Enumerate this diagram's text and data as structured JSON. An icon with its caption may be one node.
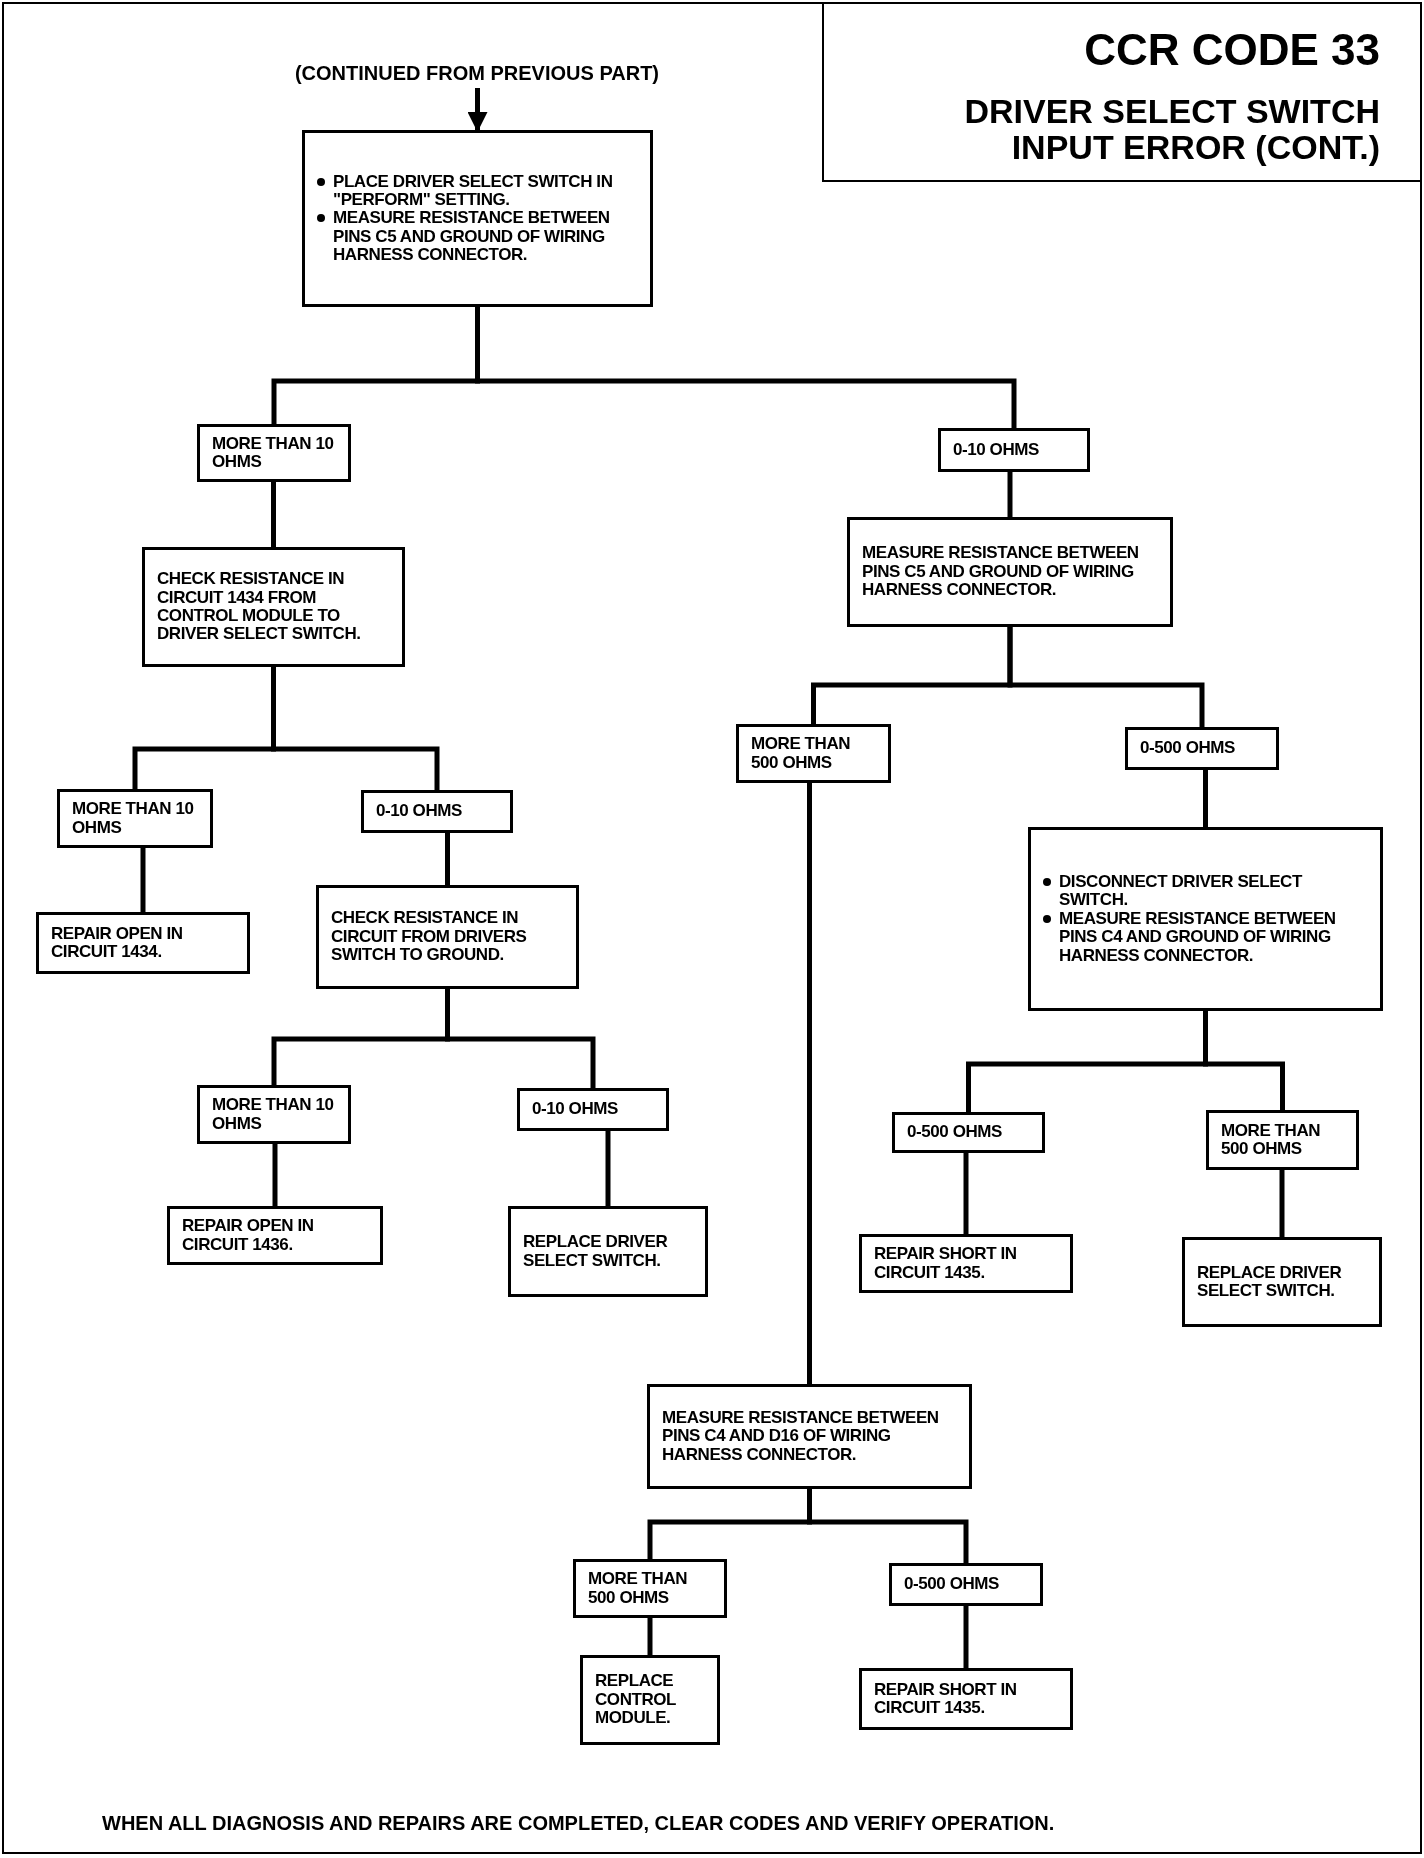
{
  "diagram": {
    "title": "CCR CODE 33",
    "nodes": [
      {
        "text": [
          "(CONTINUED FROM PREVIOUS PART)"
        ]
      },
      {
        "text": [
          "PLACE DRIVER SELECT SWITCH IN \"PERFORM\" SETTING.",
          "MEASURE RESISTANCE BETWEEN PINS C5 AND GROUND OF WIRING HARNESS CONNECTOR."
        ]
      },
      {
        "text": [
          "MORE THAN 10 OHMS"
        ]
      },
      {
        "text": [
          "0-10 OHMS"
        ]
      },
      {
        "text": [
          "CHECK RESISTANCE IN CIRCUIT 1434 FROM CONTROL MODULE TO DRIVER SELECT SWITCH."
        ]
      },
      {
        "text": [
          "MEASURE RESISTANCE BETWEEN PINS C5 AND GROUND OF WIRING HARNESS CONNECTOR."
        ]
      },
      {
        "text": [
          "MORE THAN 10 OHMS"
        ]
      },
      {
        "text": [
          "0-10 OHMS"
        ]
      },
      {
        "text": [
          "MORE THAN 500 OHMS"
        ]
      },
      {
        "text": [
          "0-500 OHMS"
        ]
      },
      {
        "text": [
          "REPAIR OPEN IN CIRCUIT 1434."
        ]
      },
      {
        "text": [
          "CHECK RESISTANCE IN CIRCUIT FROM DRIVERS SWITCH TO GROUND."
        ]
      },
      {
        "text": [
          "DISCONNECT DRIVER SELECT SWITCH.",
          "MEASURE RESISTANCE BETWEEN PINS C4 AND GROUND OF WIRING HARNESS CONNECTOR."
        ]
      },
      {
        "text": [
          "MORE THAN 10 OHMS"
        ]
      },
      {
        "text": [
          "0-10 OHMS"
        ]
      },
      {
        "text": [
          "0-500 OHMS"
        ]
      },
      {
        "text": [
          "MORE THAN 500 OHMS"
        ]
      },
      {
        "text": [
          "REPAIR OPEN IN CIRCUIT 1436."
        ]
      },
      {
        "text": [
          "REPLACE DRIVER SELECT SWITCH."
        ]
      },
      {
        "text": [
          "REPAIR SHORT IN CIRCUIT 1435."
        ]
      },
      {
        "text": [
          "REPLACE DRIVER SELECT SWITCH."
        ]
      },
      {
        "text": [
          "MEASURE RESISTANCE BETWEEN PINS C4 AND D16 OF WIRING HARNESS CONNECTOR."
        ]
      },
      {
        "text": [
          "MORE THAN 500 OHMS"
        ]
      },
      {
        "text": [
          "0-500 OHMS"
        ]
      },
      {
        "text": [
          "REPLACE CONTROL MODULE."
        ]
      },
      {
        "text": [
          "REPAIR SHORT IN CIRCUIT 1435."
        ]
      }
    ],
    "edges": [
      {
        "from": 0,
        "to": 1,
        "arrow": "to"
      },
      {
        "from": 1,
        "to": 2,
        "arrow": "none"
      },
      {
        "from": 1,
        "to": 3,
        "arrow": "none"
      },
      {
        "from": 2,
        "to": 4,
        "arrow": "none"
      },
      {
        "from": 3,
        "to": 5,
        "arrow": "none"
      },
      {
        "from": 4,
        "to": 6,
        "arrow": "none"
      },
      {
        "from": 4,
        "to": 7,
        "arrow": "none"
      },
      {
        "from": 5,
        "to": 8,
        "arrow": "none"
      },
      {
        "from": 5,
        "to": 9,
        "arrow": "none"
      },
      {
        "from": 6,
        "to": 10,
        "arrow": "none"
      },
      {
        "from": 7,
        "to": 11,
        "arrow": "none"
      },
      {
        "from": 9,
        "to": 12,
        "arrow": "none"
      },
      {
        "from": 11,
        "to": 13,
        "arrow": "none"
      },
      {
        "from": 11,
        "to": 14,
        "arrow": "none"
      },
      {
        "from": 12,
        "to": 15,
        "arrow": "none"
      },
      {
        "from": 12,
        "to": 16,
        "arrow": "none"
      },
      {
        "from": 13,
        "to": 17,
        "arrow": "none"
      },
      {
        "from": 14,
        "to": 18,
        "arrow": "none"
      },
      {
        "from": 15,
        "to": 19,
        "arrow": "none"
      },
      {
        "from": 16,
        "to": 20,
        "arrow": "none"
      },
      {
        "from": 8,
        "to": 21,
        "arrow": "none"
      },
      {
        "from": 21,
        "to": 22,
        "arrow": "none"
      },
      {
        "from": 21,
        "to": 23,
        "arrow": "none"
      },
      {
        "from": 22,
        "to": 24,
        "arrow": "none"
      },
      {
        "from": 23,
        "to": 25,
        "arrow": "none"
      }
    ],
    "labels": [
      "DRIVER SELECT SWITCH INPUT ERROR (CONT.)",
      "WHEN ALL DIAGNOSIS AND REPAIRS ARE COMPLETED, CLEAR CODES AND VERIFY OPERATION."
    ]
  }
}
